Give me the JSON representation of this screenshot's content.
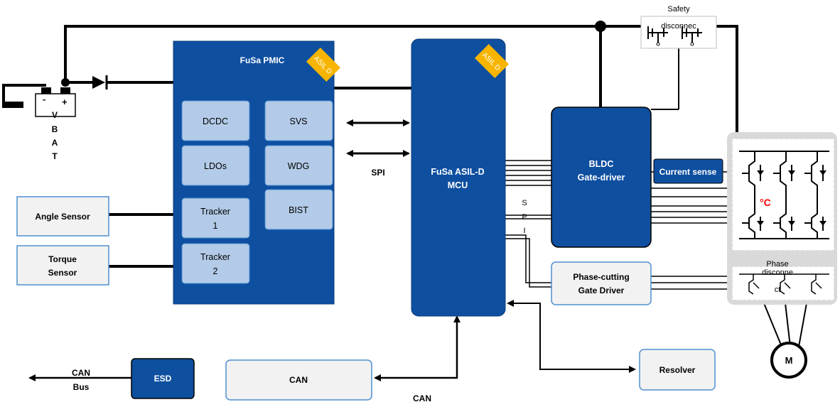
{
  "battery": {
    "minus": "-",
    "plus": "+",
    "label": [
      "V",
      "B",
      "A",
      "T"
    ]
  },
  "pmic": {
    "title": "FuSa PMIC",
    "badge": "ASIL D",
    "blocks": {
      "dcdc": "DCDC",
      "ldos": "LDOs",
      "svs": "SVS",
      "wdg": "WDG",
      "bist": "BIST",
      "tracker1": [
        "Tracker",
        "1"
      ],
      "tracker2": [
        "Tracker",
        "2"
      ]
    }
  },
  "mcu": {
    "title": [
      "FuSa ASIL-D",
      "MCU"
    ],
    "badge": "ASIL D"
  },
  "spi_label": "SPI",
  "spi_vertical": [
    "S",
    "P",
    "I"
  ],
  "sensors": {
    "angle": "Angle Sensor",
    "torque": [
      "Torque",
      "Sensor"
    ]
  },
  "gate_driver": {
    "title": [
      "BLDC",
      "Gate-driver"
    ]
  },
  "current_sense": "Current sense",
  "phase_cutting": {
    "title": [
      "Phase-cutting",
      "Gate Driver"
    ]
  },
  "safety_disconnect": [
    "Safety",
    "disconnec"
  ],
  "phase_disconnect": [
    "Phase",
    "disconne",
    "ct"
  ],
  "temperature": "°C",
  "motor": "M",
  "resolver": "Resolver",
  "can_bus": [
    "CAN",
    "Bus"
  ],
  "esd": "ESD",
  "can_block": "CAN",
  "can_label": "CAN",
  "colors": {
    "dark_blue": "#0e4fa0",
    "light_block": "#b3cbe8",
    "badge": "#f7b500",
    "edge_blue": "#4f8fd1",
    "gray": "#d9d9d9"
  }
}
